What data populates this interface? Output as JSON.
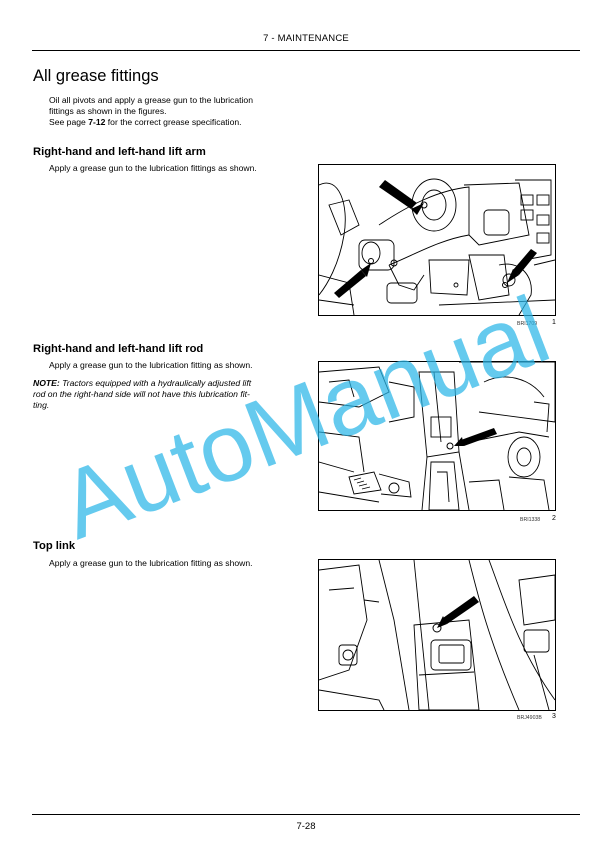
{
  "header": {
    "title": "7 - MAINTENANCE"
  },
  "section": {
    "title": "All grease fittings",
    "intro": [
      "Oil all pivots and apply a grease gun to the lubrication",
      "fittings as shown in the figures."
    ],
    "see_prefix": "See page ",
    "see_ref": "7-12",
    "see_suffix": " for the correct grease specification."
  },
  "sub1": {
    "title": "Right-hand and left-hand lift arm",
    "text": "Apply a grease gun to the lubrication fittings as shown.",
    "fig_code": "BRI1709",
    "fig_num": "1"
  },
  "sub2": {
    "title": "Right-hand and left-hand lift rod",
    "text": "Apply a grease gun to the lubrication fitting as shown.",
    "note_label": "NOTE:",
    "note_lines": [
      " Tractors equipped with a hydraulically adjusted lift",
      "rod on the right-hand side will not have this lubrication fit-",
      "ting."
    ],
    "fig_code": "BRI1338",
    "fig_num": "2"
  },
  "sub3": {
    "title": "Top link",
    "text": "Apply a grease gun to the lubrication fitting as shown.",
    "fig_code": "BRJ4903B",
    "fig_num": "3"
  },
  "watermark": {
    "text": "AutoManual",
    "color": "#29b6e8"
  },
  "footer": {
    "page": "7-28"
  }
}
